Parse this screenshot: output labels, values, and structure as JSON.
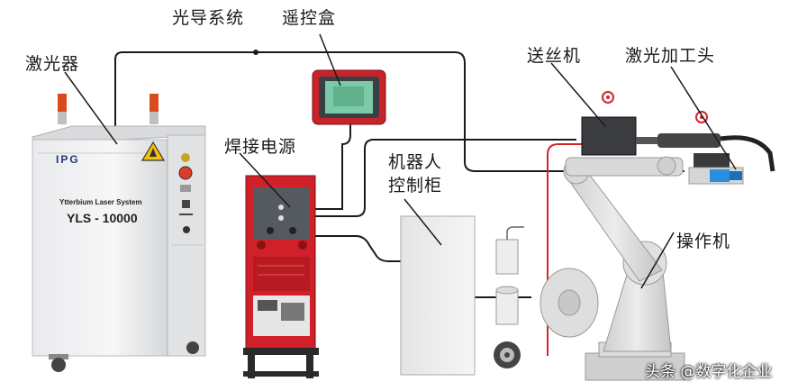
{
  "labels": {
    "laser": "激光器",
    "fiber": "光导系统",
    "remote": "遥控盒",
    "wire_feeder": "送丝机",
    "laser_head": "激光加工头",
    "welding_power": "焊接电源",
    "robot_ctrl_line1": "机器人",
    "robot_ctrl_line2": "控制柜",
    "manipulator": "操作机"
  },
  "laser_unit": {
    "brand": "IPG",
    "subtitle": "Ytterbium Laser System",
    "model": "YLS - 10000"
  },
  "watermark": "头条 @数字化企业",
  "colors": {
    "cabinet_red": "#d0202a",
    "panel_gray": "#555a60",
    "cable": "#1a1a1a",
    "red_cable": "#d4242a",
    "robot_gray": "#d8d8d8"
  }
}
